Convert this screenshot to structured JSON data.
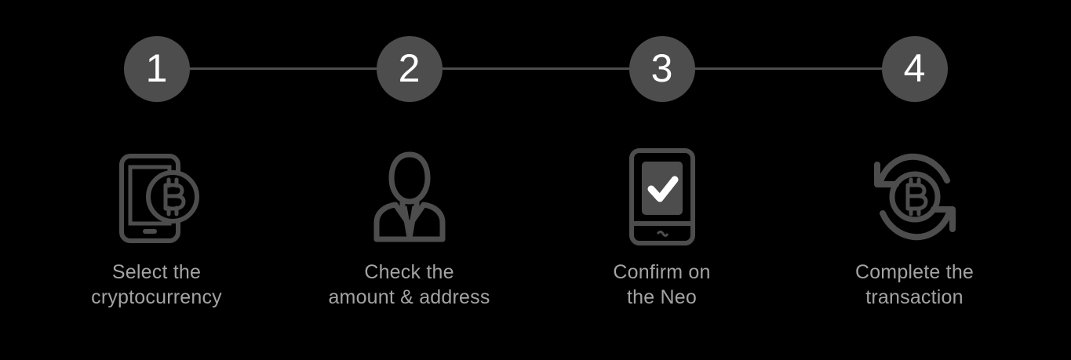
{
  "theme": {
    "background": "#000000",
    "accent_gray": "#4d4d4d",
    "icon_stroke": "#4d4d4d",
    "number_color": "#ffffff",
    "caption_color": "#a3a3a3",
    "connector_color": "#4d4d4d"
  },
  "progress": {
    "total_steps": 4,
    "connector_visible": true
  },
  "steps": [
    {
      "number": "1",
      "icon": "phone-bitcoin-icon",
      "caption_line1": "Select the",
      "caption_line2": "cryptocurrency"
    },
    {
      "number": "2",
      "icon": "person-suit-icon",
      "caption_line1": "Check the",
      "caption_line2": "amount & address"
    },
    {
      "number": "3",
      "icon": "hardware-wallet-check-icon",
      "caption_line1": "Confirm on",
      "caption_line2": "the Neo"
    },
    {
      "number": "4",
      "icon": "bitcoin-exchange-arrows-icon",
      "caption_line1": "Complete the",
      "caption_line2": "transaction"
    }
  ]
}
